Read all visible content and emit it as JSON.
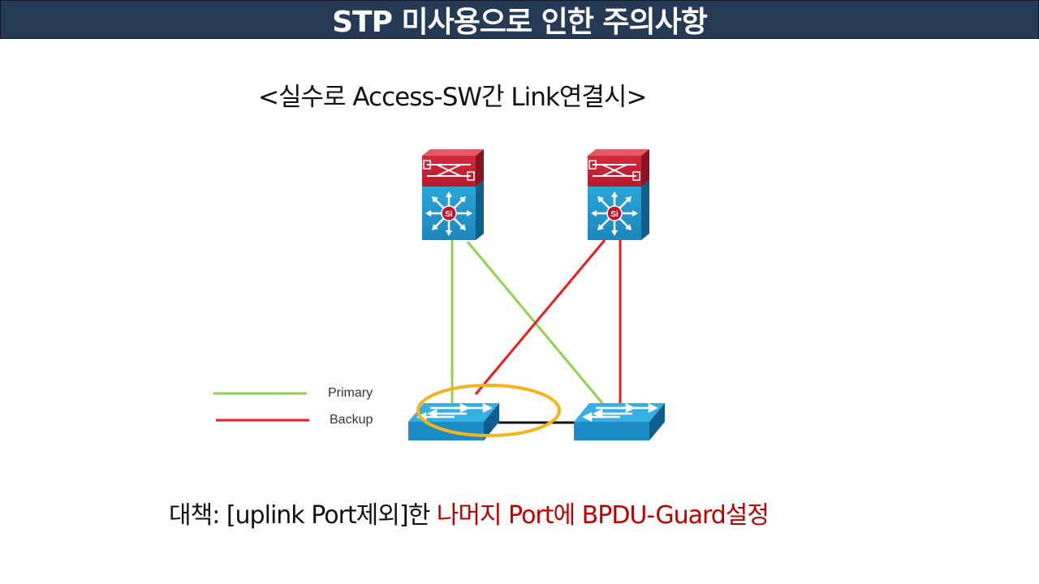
{
  "slide": {
    "title": "STP 미사용으로 인한 주의사항",
    "subtitle": "<실수로 Access-SW간 Link연결시>",
    "remedy_prefix": "대책: [uplink Port제외]한 ",
    "remedy_highlight": "나머지 Port에 BPDU-Guard설정"
  },
  "legend": {
    "primary_label": "Primary",
    "backup_label": "Backup"
  },
  "colors": {
    "title_bg": "#243a55",
    "primary_link": "#92d050",
    "backup_link": "#ee1c1c",
    "highlight_ring": "#f3b51b",
    "remedy_highlight": "#c00000"
  },
  "diagram": {
    "core_switches": [
      "core-switch-left",
      "core-switch-right"
    ],
    "access_switches": [
      "access-switch-left",
      "access-switch-right"
    ],
    "core_switch_badge": "Si"
  }
}
